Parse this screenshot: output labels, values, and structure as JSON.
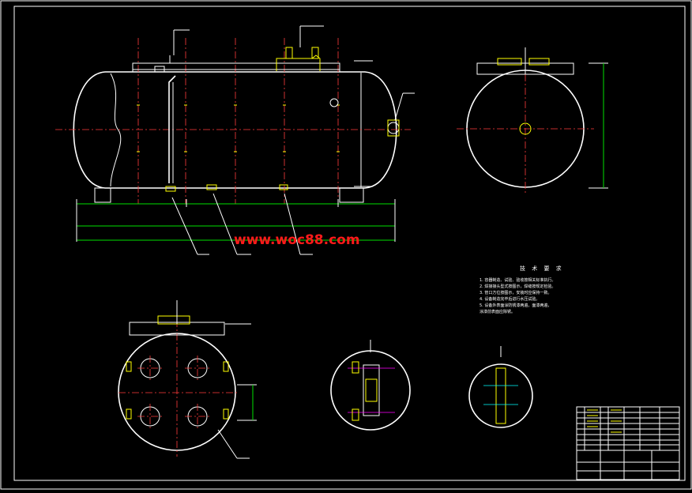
{
  "watermark": "www.woc88.com",
  "notes": {
    "title": "技 术 要 求",
    "lines": [
      "1. 容器制造、试验、验收按相关标准执行。",
      "2. 焊接接头型式按图示，焊缝按规定检验。",
      "3. 管口方位按图示，安装时应保持一致。",
      "4. 设备制造完毕后进行水压试验。",
      "5. 设备外表面涂防锈漆两遍，面漆两遍，",
      "   涂漆前表面应除锈。"
    ]
  },
  "colors": {
    "background": "#000000",
    "line": "#ffffff",
    "centerline": "#ff3b3b",
    "accent": "#ffff00",
    "dimension": "#00e000",
    "watermark": "#ff1a1a"
  }
}
